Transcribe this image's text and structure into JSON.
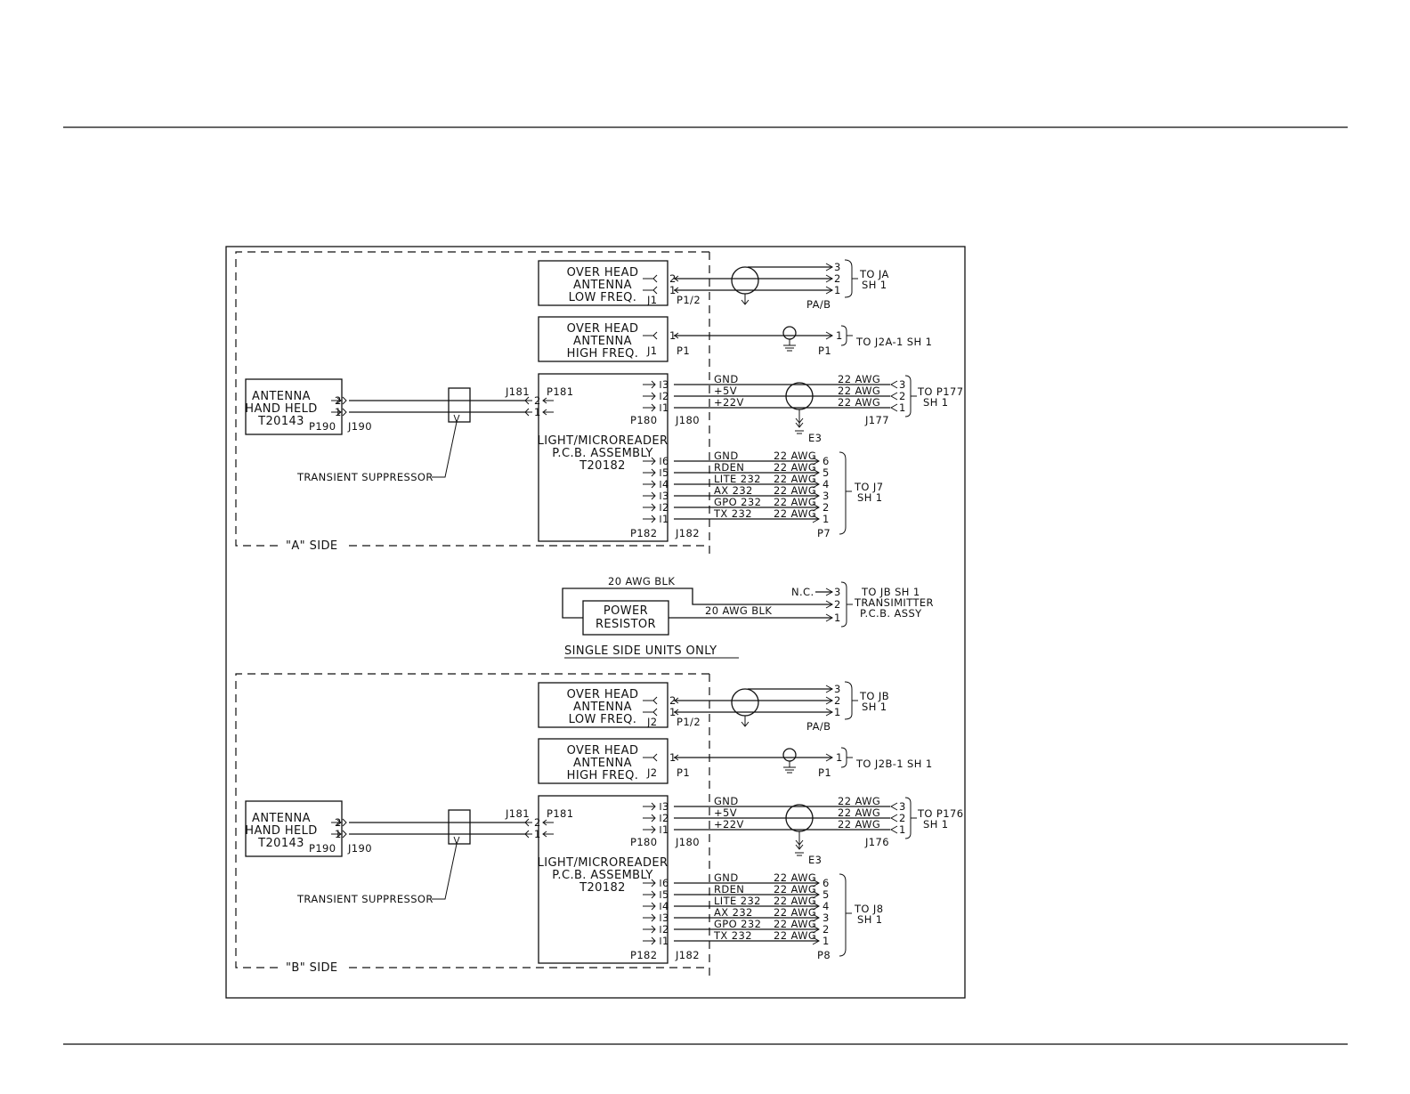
{
  "oh_low_1": "OVER HEAD",
  "oh_low_2": "ANTENNA",
  "oh_low_3": "LOW FREQ.",
  "oh_high_1": "OVER HEAD",
  "oh_high_2": "ANTENNA",
  "oh_high_3": "HIGH FREQ.",
  "hh_1": "ANTENNA",
  "hh_2": "HAND HELD",
  "hh_3": "T20143",
  "pcb_1": "LIGHT/MICROREADER",
  "pcb_2": "P.C.B. ASSEMBLY",
  "pcb_3": "T20182",
  "ts_label": "TRANSIENT SUPPRESSOR",
  "side_a": "\"A\" SIDE",
  "side_b": "\"B\" SIDE",
  "wires_power": [
    "GND",
    "+5V",
    "+22V"
  ],
  "wires_data": [
    "GND",
    "RDEN",
    "LITE 232",
    "AX 232",
    "GPO 232",
    "TX 232"
  ],
  "awg": "22 AWG",
  "pins3": [
    "3",
    "2",
    "1"
  ],
  "pins2": [
    "2",
    "1"
  ],
  "pins6": [
    "6",
    "5",
    "4",
    "3",
    "2",
    "1"
  ],
  "pin1": "1",
  "conn": {
    "j1": "J1",
    "j2": "J2",
    "p12": "P1/2",
    "pab": "PA/B",
    "p1": "P1",
    "j181": "J181",
    "p181": "P181",
    "p180": "P180",
    "j180": "J180",
    "p190": "P190",
    "j190": "J190",
    "p182": "P182",
    "j182": "J182",
    "j177": "J177",
    "j176": "J176",
    "p7": "P7",
    "p8": "P8",
    "e3": "E3"
  },
  "dest_a": {
    "ja_1": "TO JA",
    "ja_2": "SH 1",
    "j2a": "TO J2A-1 SH 1",
    "p177_1": "TO P177",
    "p177_2": "SH 1",
    "j7_1": "TO J7",
    "j7_2": "SH 1"
  },
  "dest_b": {
    "jb_1": "TO JB",
    "jb_2": "SH 1",
    "j2b": "TO J2B-1 SH 1",
    "p176_1": "TO P176",
    "p176_2": "SH 1",
    "j8_1": "TO J8",
    "j8_2": "SH 1"
  },
  "power": {
    "res_1": "POWER",
    "res_2": "RESISTOR",
    "blk": "20 AWG BLK",
    "nc": "N.C.",
    "dest_1": "TO JB SH 1",
    "dest_2": "TRANSIMITTER",
    "dest_3": "P.C.B. ASSY",
    "single": "SINGLE SIDE UNITS ONLY"
  }
}
